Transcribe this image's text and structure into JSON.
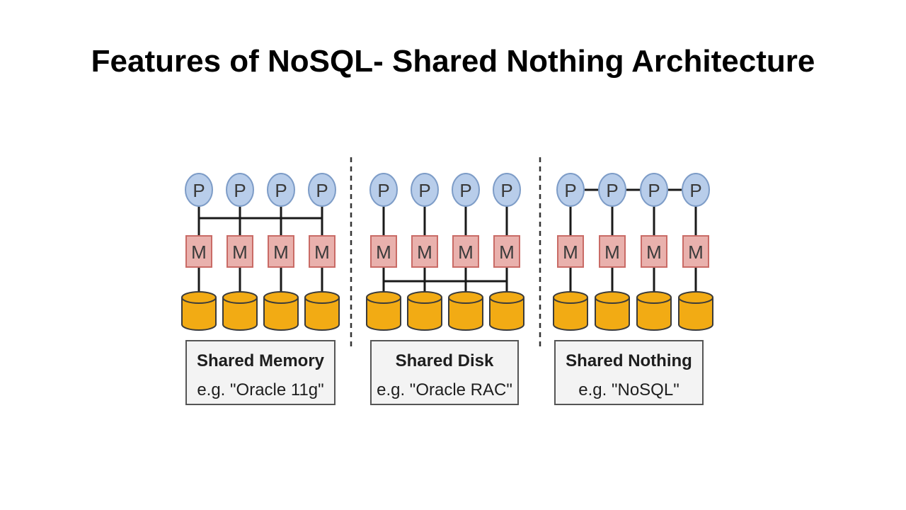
{
  "slide": {
    "title": "Features of NoSQL- Shared Nothing Architecture"
  },
  "diagram": {
    "processor_label": "P",
    "memory_label": "M",
    "colors": {
      "processor_fill": "#b8cdea",
      "processor_stroke": "#7d9cc7",
      "memory_fill": "#e9b1ad",
      "memory_stroke": "#c96b66",
      "disk_fill": "#f2ab14",
      "disk_stroke": "#3b3b3b",
      "line": "#1a1a1a",
      "caption_bg": "#f3f3f3",
      "caption_border": "#555555"
    },
    "panels": [
      {
        "id": "shared-memory",
        "title": "Shared Memory",
        "example": "e.g. \"Oracle 11g\"",
        "bus": "processor-memory"
      },
      {
        "id": "shared-disk",
        "title": "Shared Disk",
        "example": "e.g. \"Oracle RAC\"",
        "bus": "memory-disk"
      },
      {
        "id": "shared-nothing",
        "title": "Shared Nothing",
        "example": "e.g. \"NoSQL\"",
        "bus": "processor-chain"
      }
    ]
  }
}
